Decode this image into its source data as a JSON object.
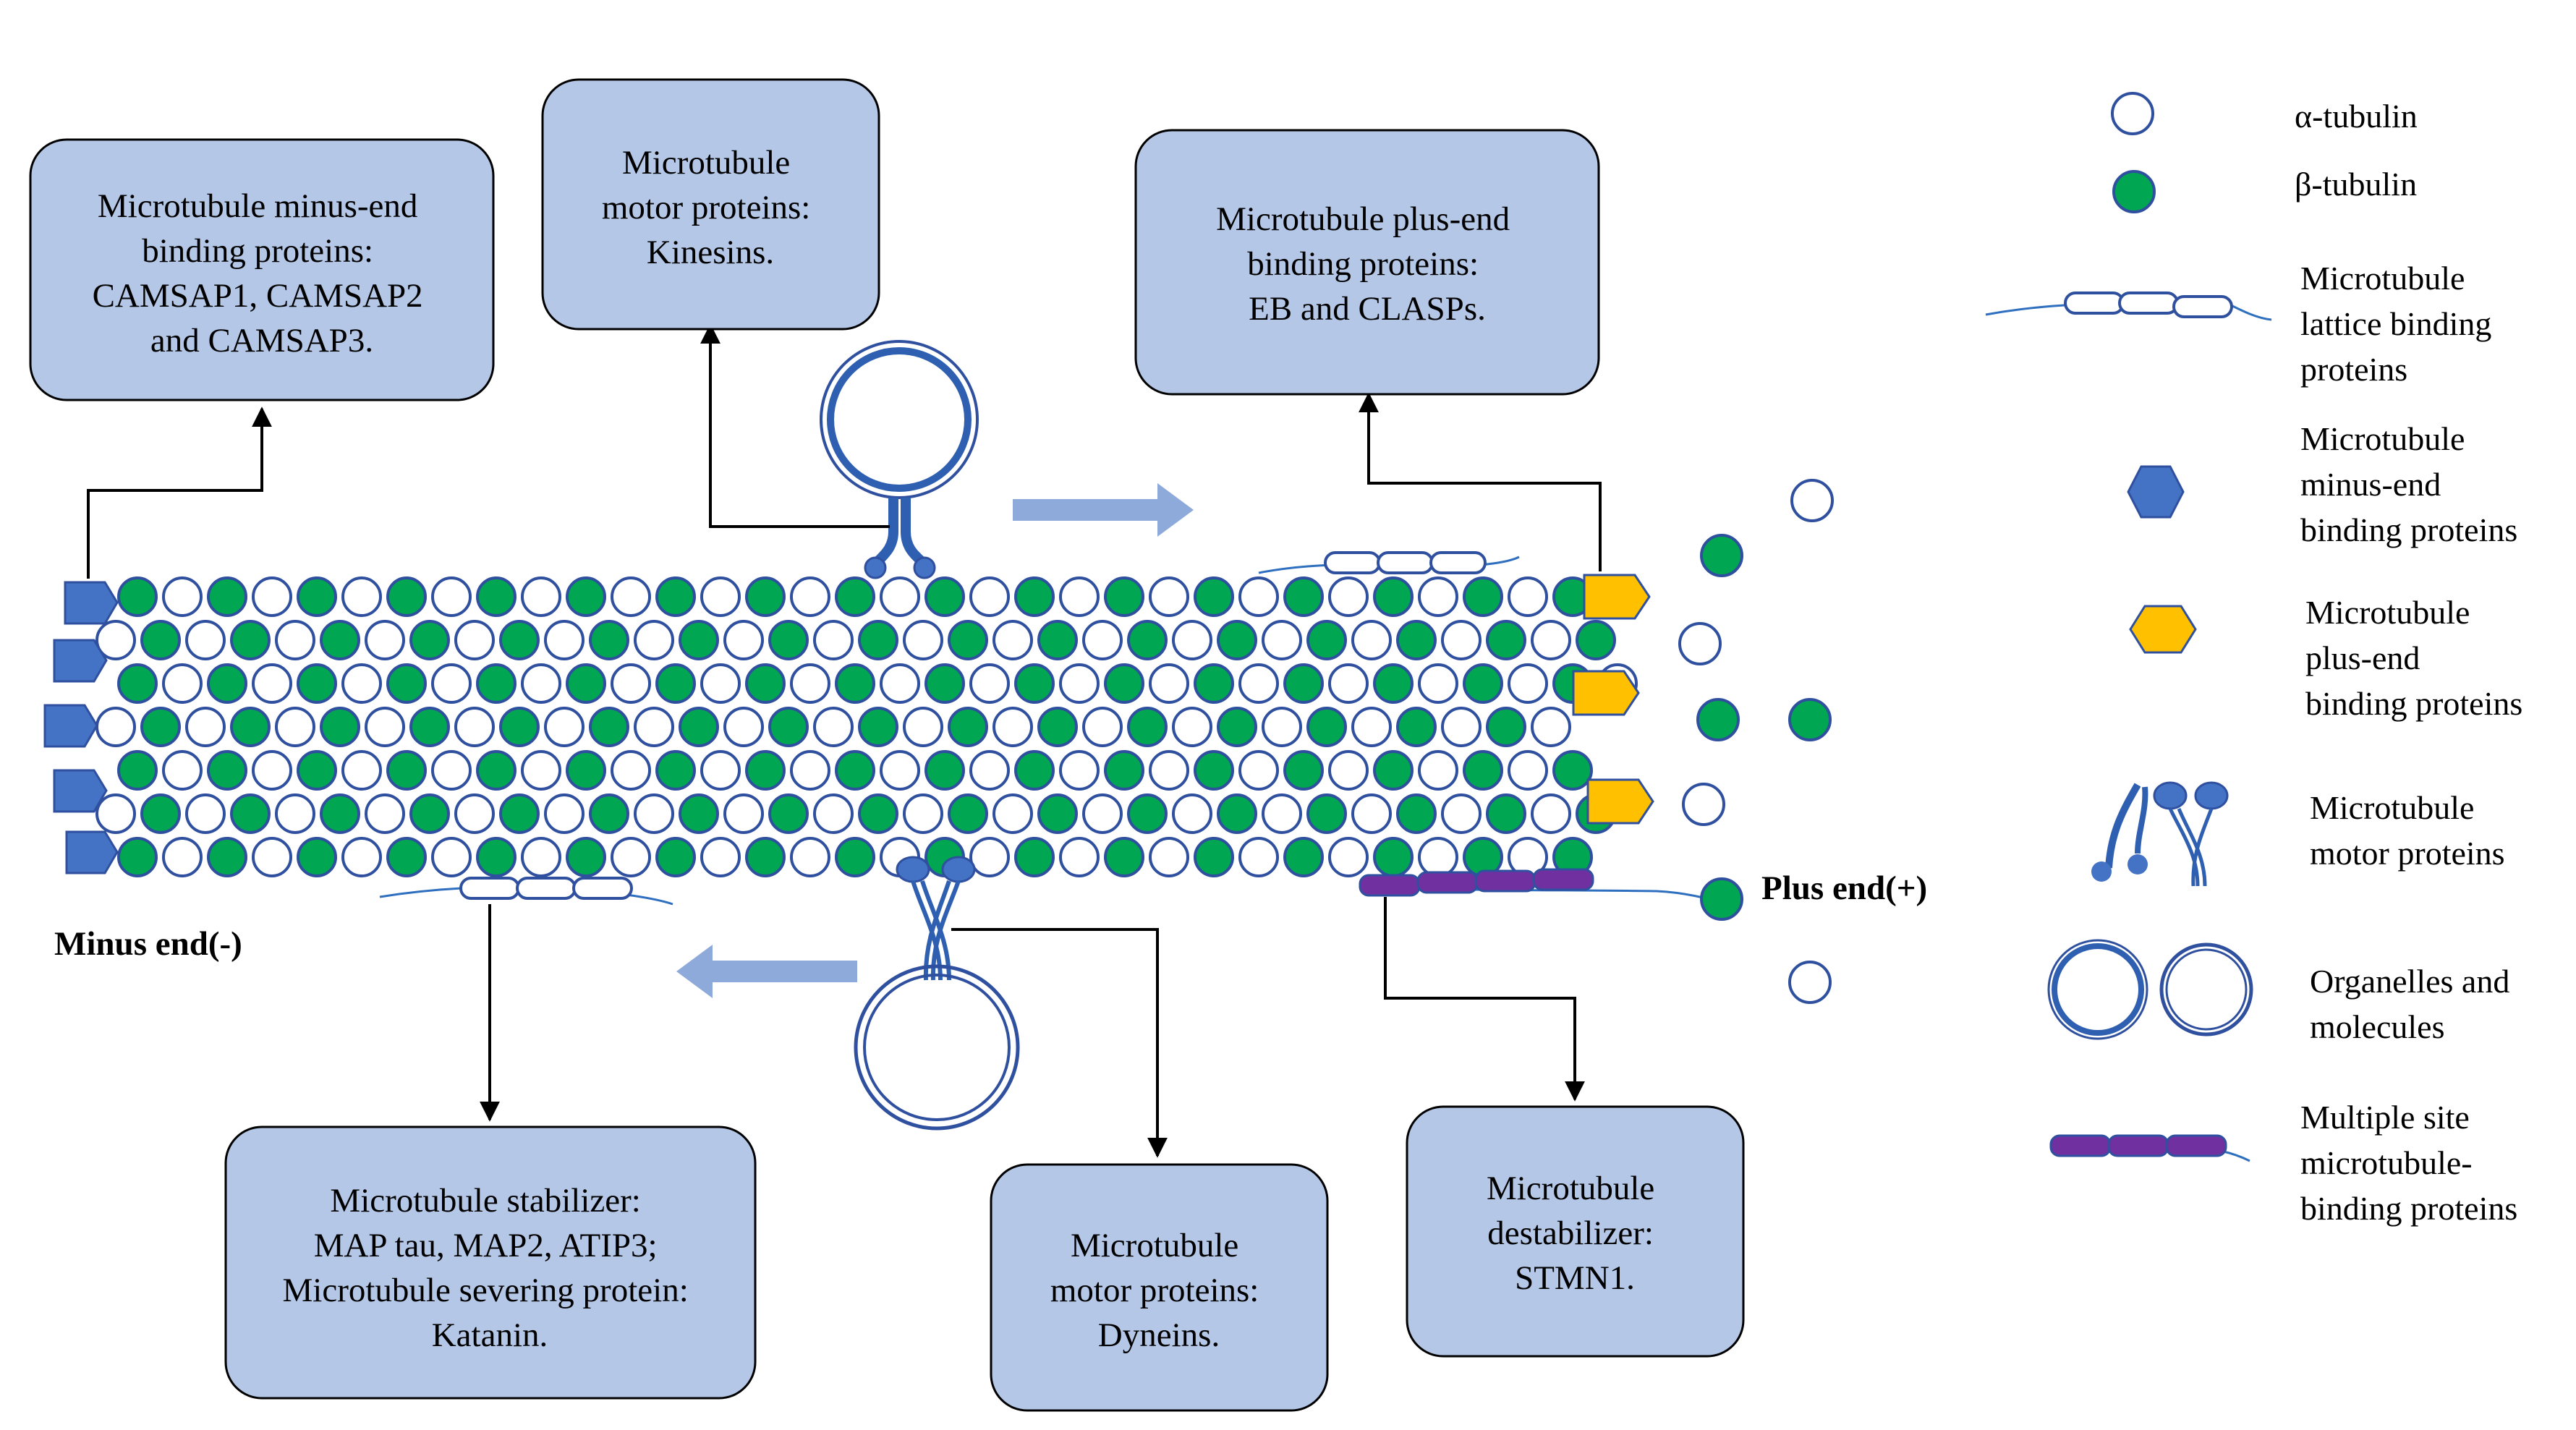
{
  "colors": {
    "alpha_tubulin_fill": "#ffffff",
    "beta_tubulin_fill": "#00a651",
    "outline_blue": "#2f4f9f",
    "box_fill": "#b4c7e7",
    "minus_end_protein": "#4472c4",
    "plus_end_protein": "#ffc000",
    "multi_site_protein": "#7030a0",
    "direction_arrow": "#8eaadb"
  },
  "callouts": {
    "minus_end": [
      "Microtubule minus-end",
      "binding proteins:",
      "CAMSAP1, CAMSAP2",
      "and CAMSAP3."
    ],
    "kinesin": [
      "Microtubule",
      "motor proteins:",
      "Kinesins."
    ],
    "plus_end": [
      "Microtubule plus-end",
      "binding proteins:",
      "EB and CLASPs."
    ],
    "stabilizer": [
      "Microtubule stabilizer:",
      "MAP tau, MAP2, ATIP3;",
      "Microtubule severing protein:",
      "Katanin."
    ],
    "dynein": [
      "Microtubule",
      "motor proteins:",
      "Dyneins."
    ],
    "destabilizer": [
      "Microtubule",
      "destabilizer:",
      "STMN1."
    ]
  },
  "labels": {
    "minus_end": "Minus end(-)",
    "plus_end": "Plus end(+)"
  },
  "legend": {
    "alpha": {
      "icon": "open-circle-icon",
      "lines": [
        "α-tubulin"
      ]
    },
    "beta": {
      "icon": "green-circle-icon",
      "lines": [
        "β-tubulin"
      ]
    },
    "lattice": {
      "icon": "lattice-binding-icon",
      "lines": [
        "Microtubule",
        "lattice binding",
        "proteins"
      ]
    },
    "minus": {
      "icon": "blue-hexagon-icon",
      "lines": [
        "Microtubule",
        "minus-end",
        "binding proteins"
      ]
    },
    "plus": {
      "icon": "yellow-hexagon-icon",
      "lines": [
        "Microtubule",
        "plus-end",
        "binding proteins"
      ]
    },
    "motor": {
      "icon": "motor-protein-icon",
      "lines": [
        "Microtubule",
        "motor proteins"
      ]
    },
    "organelle": {
      "icon": "organelle-ring-icon",
      "lines": [
        "Organelles and",
        "molecules"
      ]
    },
    "multisite": {
      "icon": "multi-site-bar-icon",
      "lines": [
        "Multiple site",
        "microtubule-",
        "binding proteins"
      ]
    }
  }
}
